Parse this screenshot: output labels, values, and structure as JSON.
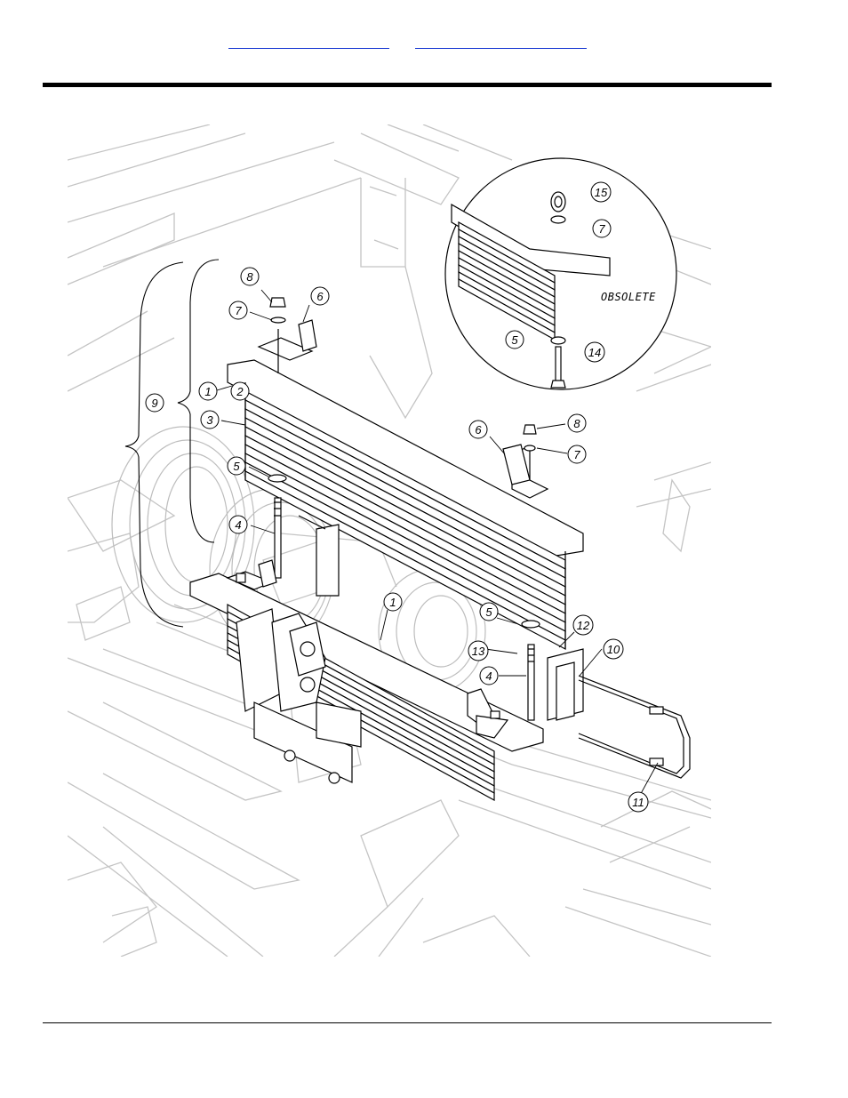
{
  "header": {
    "nav_links": [
      "",
      ""
    ]
  },
  "diagram": {
    "obsolete_label": "OBSOLETE",
    "callouts": [
      "1",
      "2",
      "3",
      "4",
      "5",
      "6",
      "7",
      "8",
      "9",
      "1",
      "4",
      "5",
      "6",
      "7",
      "8",
      "10",
      "11",
      "12",
      "13",
      "5",
      "7",
      "14",
      "15"
    ]
  },
  "colors": {
    "link": "#1f3fd4",
    "rule": "#000000",
    "background_line": "#c8c8c8"
  }
}
